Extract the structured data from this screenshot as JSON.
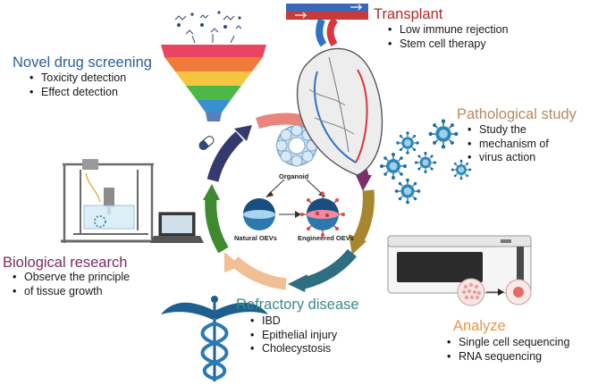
{
  "sections": {
    "novel_drug": {
      "title": "Novel drug screening",
      "items": [
        "Toxicity detection",
        "Effect detection"
      ]
    },
    "transplant": {
      "title": "Transplant",
      "items": [
        "Low immune rejection",
        "Stem cell therapy"
      ]
    },
    "pathological": {
      "title": "Pathological study",
      "items": [
        "Study the",
        "mechanism of",
        "virus action"
      ]
    },
    "biological": {
      "title": "Biological research",
      "items": [
        "Observe the principle",
        "of tissue growth"
      ]
    },
    "refractory": {
      "title": "Refractory disease",
      "items": [
        "IBD",
        "Epithelial injury",
        "Cholecystosis"
      ]
    },
    "analyze": {
      "title": "Analyze",
      "items": [
        "Single cell sequencing",
        "RNA sequencing"
      ]
    }
  },
  "center": {
    "organoid": "Organoid",
    "natural": "Natural OEVs",
    "engineered": "Engineered OEVs"
  },
  "colors": {
    "novel_drug": "#2a5f9e",
    "transplant": "#b22a2a",
    "pathological": "#b98a62",
    "biological": "#7d2b60",
    "refractory": "#3a8a8a",
    "analyze": "#e8964a",
    "cycle": [
      "#e8857c",
      "#7d2f6a",
      "#a8862e",
      "#2e6e80",
      "#f2bf94",
      "#3f8a2e",
      "#343a6e"
    ]
  },
  "icons": [
    "funnel-icon",
    "pill-icon",
    "heart-icon",
    "virus-icon",
    "bioprinter-icon",
    "laptop-icon",
    "caduceus-icon",
    "sequencer-icon",
    "petri-dish-icon",
    "organoid-icon",
    "vesicle-icon"
  ]
}
